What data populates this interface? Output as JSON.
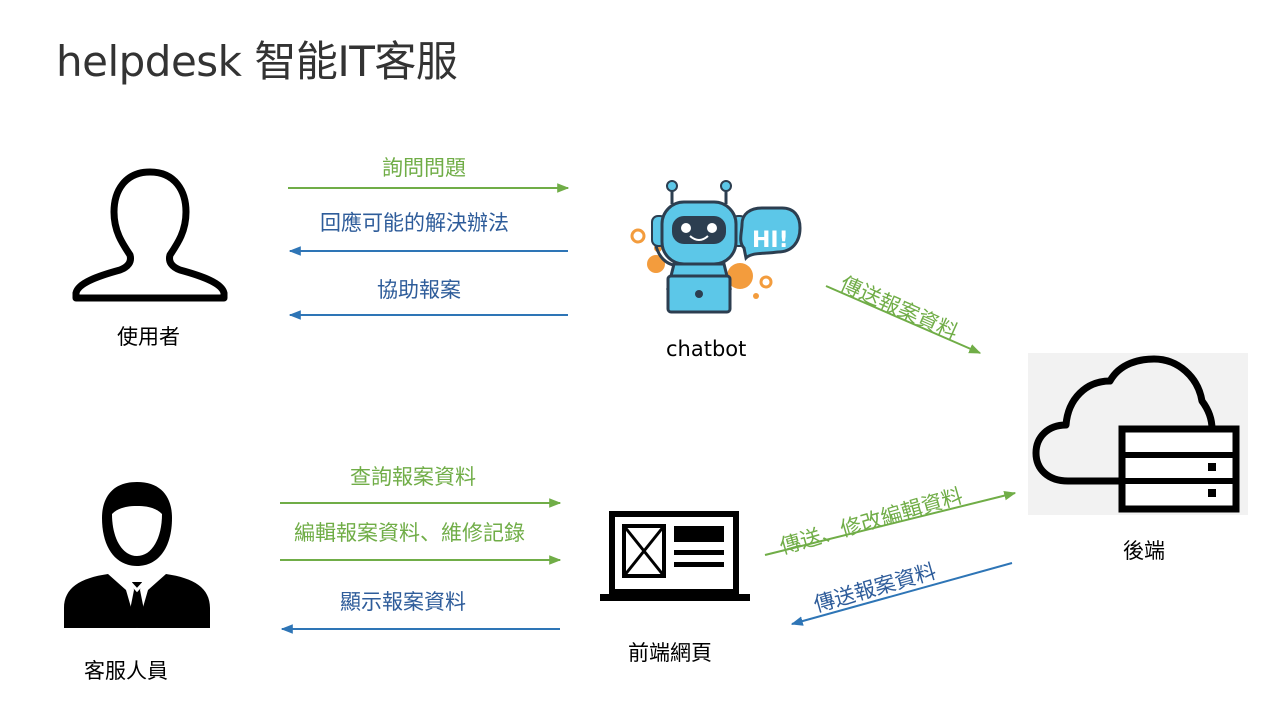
{
  "title": "helpdesk 智能IT客服",
  "nodes": {
    "user": "使用者",
    "chatbot": "chatbot",
    "chatbot_bubble": "HI!",
    "backend": "後端",
    "frontend": "前端網頁",
    "staff": "客服人員"
  },
  "arrows": {
    "ask": "詢問問題",
    "reply": "回應可能的解決辦法",
    "assist": "協助報案",
    "bot_send": "傳送報案資料",
    "query": "查詢報案資料",
    "edit": "編輯報案資料、維修記錄",
    "display": "顯示報案資料",
    "send_modify": "傳送、修改編輯資料",
    "backend_send": "傳送報案資料"
  },
  "colors": {
    "request": "#70ad47",
    "response": "#2e75b6",
    "robot_body": "#5cc7e8",
    "robot_accent": "#f39c3d"
  }
}
